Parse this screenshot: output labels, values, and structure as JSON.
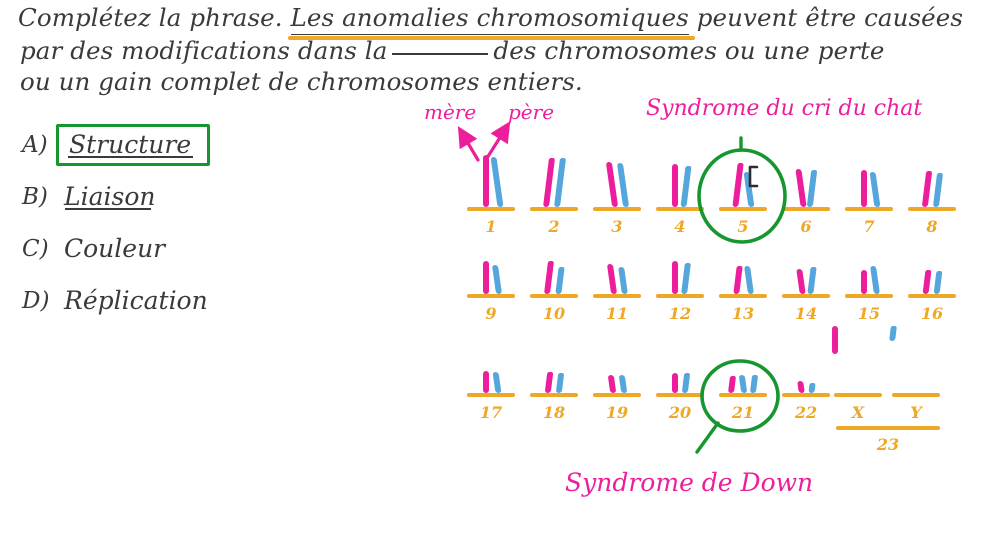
{
  "question": {
    "line1_prefix": "Complétez la phrase. ",
    "line1_underlined": "Les anomalies chromosomiques",
    "line1_suffix": " peuvent être causées",
    "line2_before_blank": "par des modifications dans la",
    "line2_after_blank": "des chromosomes ou une perte",
    "line3": "ou un gain complet de chromosomes entiers."
  },
  "options": [
    {
      "letter": "A)",
      "text": "Structure",
      "selected": true,
      "underlined": true
    },
    {
      "letter": "B)",
      "text": "Liaison",
      "selected": false,
      "underlined": true
    },
    {
      "letter": "C)",
      "text": "Couleur",
      "selected": false,
      "underlined": false
    },
    {
      "letter": "D)",
      "text": "Réplication",
      "selected": false,
      "underlined": false
    }
  ],
  "annotations": {
    "mother": "mère",
    "father": "père",
    "cri_du_chat": "Syndrome du cri du chat",
    "down": "Syndrome de Down",
    "sex_pair_number": "23"
  },
  "karyotype": {
    "maternal_color": "#ed1e9c",
    "paternal_color": "#54a6dd",
    "baseline_color": "#efa726",
    "highlight_color": "#16962f",
    "rows": [
      {
        "pairs": [
          {
            "label": "1",
            "maternal_h": 52,
            "paternal_h": 50
          },
          {
            "label": "2",
            "maternal_h": 49,
            "paternal_h": 49
          },
          {
            "label": "3",
            "maternal_h": 45,
            "paternal_h": 44
          },
          {
            "label": "4",
            "maternal_h": 43,
            "paternal_h": 41
          },
          {
            "label": "5",
            "maternal_h": 44,
            "paternal_h": 35,
            "circled": true,
            "deletion": true
          },
          {
            "label": "6",
            "maternal_h": 38,
            "paternal_h": 37
          },
          {
            "label": "7",
            "maternal_h": 37,
            "paternal_h": 35
          },
          {
            "label": "8",
            "maternal_h": 36,
            "paternal_h": 34
          }
        ]
      },
      {
        "pairs": [
          {
            "label": "9",
            "maternal_h": 33,
            "paternal_h": 29
          },
          {
            "label": "10",
            "maternal_h": 33,
            "paternal_h": 27
          },
          {
            "label": "11",
            "maternal_h": 30,
            "paternal_h": 27
          },
          {
            "label": "12",
            "maternal_h": 33,
            "paternal_h": 31
          },
          {
            "label": "13",
            "maternal_h": 28,
            "paternal_h": 28
          },
          {
            "label": "14",
            "maternal_h": 25,
            "paternal_h": 27
          },
          {
            "label": "15",
            "maternal_h": 24,
            "paternal_h": 28
          },
          {
            "label": "16",
            "maternal_h": 24,
            "paternal_h": 23
          }
        ]
      },
      {
        "pairs": [
          {
            "label": "17",
            "maternal_h": 22,
            "paternal_h": 21
          },
          {
            "label": "18",
            "maternal_h": 21,
            "paternal_h": 20
          },
          {
            "label": "19",
            "maternal_h": 18,
            "paternal_h": 18
          },
          {
            "label": "20",
            "maternal_h": 20,
            "paternal_h": 20
          },
          {
            "label": "21",
            "maternal_h": 17,
            "paternal_h": 18,
            "extra_h": 18,
            "trisomy": true,
            "circled": true
          },
          {
            "label": "22",
            "maternal_h": 12,
            "paternal_h": 10
          }
        ],
        "sex": [
          {
            "label": "X",
            "color": "maternal",
            "height": 28
          },
          {
            "label": "Y",
            "color": "paternal",
            "height": 15
          }
        ]
      }
    ]
  }
}
